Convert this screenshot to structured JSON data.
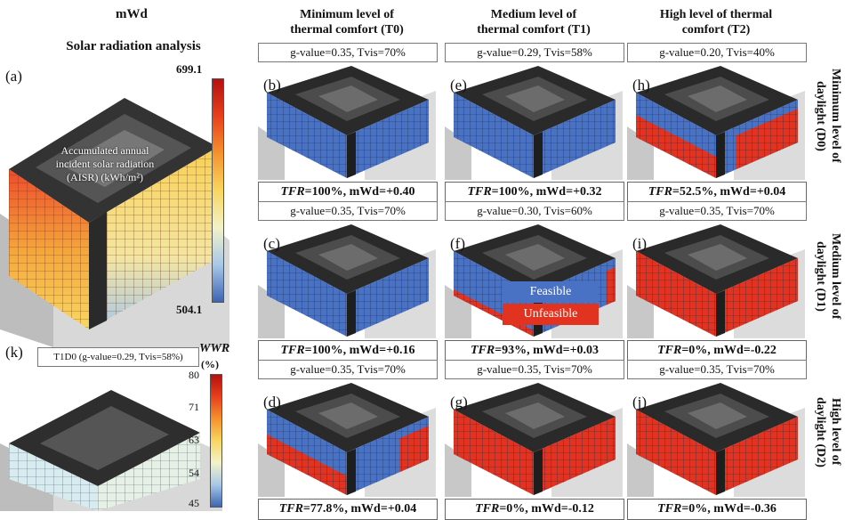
{
  "left": {
    "title_mwd": "mWd",
    "title": "Solar radiation analysis",
    "panel_a_label": "(a)",
    "aisr_text": [
      "Accumulated annual",
      "incident solar radiation",
      "(AISR) (kWh/m²)"
    ],
    "aisr_max": "699.1",
    "aisr_min": "504.1",
    "panel_k_label": "(k)",
    "panel_k_caption": "T1D0 (g-value=0.29, Tvis=58%)",
    "wwr_title": "WWR",
    "wwr_unit": "(%)",
    "wwr_ticks": [
      "80",
      "71",
      "63",
      "54",
      "45"
    ]
  },
  "columns": [
    {
      "header": [
        "Minimum level of",
        "thermal comfort (T0)"
      ]
    },
    {
      "header": [
        "Medium level of",
        "thermal comfort (T1)"
      ]
    },
    {
      "header": [
        "High level of thermal",
        "comfort (T2)"
      ]
    }
  ],
  "rows": [
    {
      "label": [
        "Minimum level of",
        "daylight (D0)"
      ]
    },
    {
      "label": [
        "Medium level of",
        "daylight (D1)"
      ]
    },
    {
      "label": [
        "High level of",
        "daylight (D2)"
      ]
    }
  ],
  "legend": {
    "feasible": "Feasible",
    "unfeasible": "Unfeasible"
  },
  "colors": {
    "feasible": "#4a72c4",
    "unfeasible": "#e23320"
  },
  "panels": [
    {
      "label": "(b)",
      "config": "g-value=0.35, Tvis=70%",
      "result": "TFR=100%, mWd=+0.40",
      "tfr": "TFR",
      "rest": "=100%, mWd=+0.40",
      "red_fraction": 0.0
    },
    {
      "label": "(e)",
      "config": "g-value=0.29, Tvis=58%",
      "result": "TFR=100%, mWd=+0.32",
      "tfr": "TFR",
      "rest": "=100%, mWd=+0.32",
      "red_fraction": 0.0
    },
    {
      "label": "(h)",
      "config": "g-value=0.20, Tvis=40%",
      "result": "TFR=52.5%, mWd=+0.04",
      "tfr": "TFR",
      "rest": "=52.5%, mWd=+0.04",
      "red_fraction": 0.475
    },
    {
      "label": "(c)",
      "config": "g-value=0.35, Tvis=70%",
      "result": "TFR=100%, mWd=+0.16",
      "tfr": "TFR",
      "rest": "=100%, mWd=+0.16",
      "red_fraction": 0.0
    },
    {
      "label": "(f)",
      "config": "g-value=0.30, Tvis=60%",
      "result": "TFR=93%, mWd=+0.03",
      "tfr": "TFR",
      "rest": "=93%, mWd=+0.03",
      "red_fraction": 0.07
    },
    {
      "label": "(i)",
      "config": "g-value=0.35, Tvis=70%",
      "result": "TFR=0%, mWd=-0.22",
      "tfr": "TFR",
      "rest": "=0%, mWd=-0.22",
      "red_fraction": 1.0
    },
    {
      "label": "(d)",
      "config": "g-value=0.35, Tvis=70%",
      "result": "TFR=77.8%, mWd=+0.04",
      "tfr": "TFR",
      "rest": "=77.8%, mWd=+0.04",
      "red_fraction": 0.222
    },
    {
      "label": "(g)",
      "config": "g-value=0.35, Tvis=70%",
      "result": "TFR=0%, mWd=-0.12",
      "tfr": "TFR",
      "rest": "=0%, mWd=-0.12",
      "red_fraction": 1.0
    },
    {
      "label": "(j)",
      "config": "g-value=0.35, Tvis=70%",
      "result": "TFR=0%, mWd=-0.36",
      "tfr": "TFR",
      "rest": "=0%, mWd=-0.36",
      "red_fraction": 1.0
    }
  ]
}
